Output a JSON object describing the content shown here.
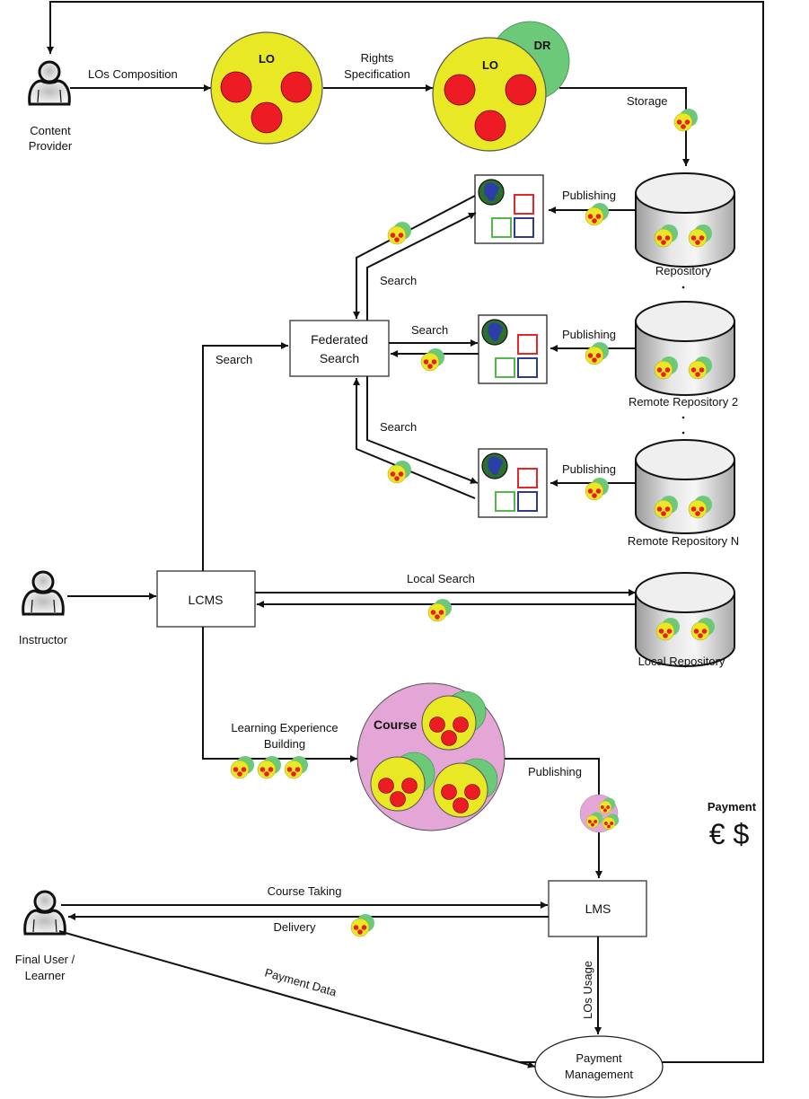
{
  "colors": {
    "lo_fill": "#e8e824",
    "lo_dot": "#ed1c24",
    "dr_fill": "#6cc97a",
    "course_fill": "#e3a6d6",
    "cylinder_top": "#efefef",
    "line": "#111111",
    "catalog_red": "#e8262a",
    "catalog_green": "#52b848",
    "catalog_blue": "#2e3a93",
    "globe_land": "#2d6f2d",
    "globe_sea": "#2c3ea8"
  },
  "actors": {
    "content_provider": [
      "Content",
      "Provider"
    ],
    "instructor": [
      "Instructor"
    ],
    "learner": [
      "Final User /",
      "Learner"
    ]
  },
  "objects": {
    "lo_label": "LO",
    "dr_label": "DR",
    "course_label": "Course"
  },
  "nodes": {
    "federated_search": [
      "Federated",
      "Search"
    ],
    "lcms": "LCMS",
    "lms": "LMS",
    "payment_management": [
      "Payment",
      "Management"
    ],
    "repository": "Repository",
    "remote_repository_2": "Remote Repository 2",
    "remote_repository_n": "Remote Repository N",
    "local_repository": "Local Repository"
  },
  "edges": {
    "los_composition": "LOs Composition",
    "rights_specification": [
      "Rights",
      "Specification"
    ],
    "storage": "Storage",
    "publishing_1": "Publishing",
    "publishing_2": "Publishing",
    "publishing_3": "Publishing",
    "search_top": "Search",
    "search_mid": "Search",
    "search_bottom": "Search",
    "search_lcms": "Search",
    "local_search": "Local Search",
    "learning_experience": [
      "Learning Experience",
      "Building"
    ],
    "publishing_course": "Publishing",
    "course_taking": "Course Taking",
    "delivery": "Delivery",
    "los_usage": "LOs Usage",
    "payment_data": "Payment Data"
  },
  "payment": {
    "label": "Payment",
    "currencies": "€ $"
  }
}
